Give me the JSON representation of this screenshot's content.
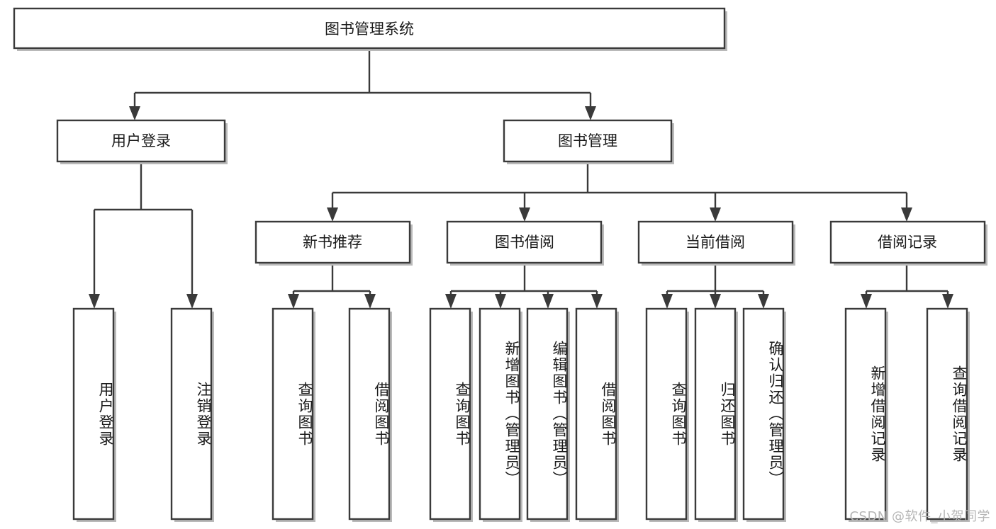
{
  "diagram": {
    "type": "tree-hierarchy",
    "title": "图书管理系统",
    "watermark": "CSDN @软件_小贺同学",
    "colors": {
      "background": "#ffffff",
      "box_stroke": "#3a3a3a",
      "box_fill": "#ffffff",
      "shadow": "#b9b9b9",
      "text": "#1a1a1a",
      "watermark": "#b5b5b5"
    },
    "root": {
      "label": "图书管理系统"
    },
    "level2": [
      {
        "id": "user-login",
        "label": "用户登录"
      },
      {
        "id": "book-manage",
        "label": "图书管理"
      }
    ],
    "level3": [
      {
        "id": "new-book-recommend",
        "label": "新书推荐"
      },
      {
        "id": "book-borrow",
        "label": "图书借阅"
      },
      {
        "id": "current-borrow",
        "label": "当前借阅"
      },
      {
        "id": "borrow-record",
        "label": "借阅记录"
      }
    ],
    "leaves": {
      "user-login": [
        {
          "id": "leaf-user-login",
          "label": "用户登录"
        },
        {
          "id": "leaf-logout-login",
          "label": "注销登录"
        }
      ],
      "new-book-recommend": [
        {
          "id": "leaf-query-book-1",
          "label": "查询图书"
        },
        {
          "id": "leaf-borrow-book-1",
          "label": "借阅图书"
        }
      ],
      "book-borrow": [
        {
          "id": "leaf-query-book-2",
          "label": "查询图书"
        },
        {
          "id": "leaf-add-book-admin",
          "label": "新增图书（管理员）"
        },
        {
          "id": "leaf-edit-book-admin",
          "label": "编辑图书（管理员）"
        },
        {
          "id": "leaf-borrow-book-2",
          "label": "借阅图书"
        }
      ],
      "current-borrow": [
        {
          "id": "leaf-query-book-3",
          "label": "查询图书"
        },
        {
          "id": "leaf-return-book",
          "label": "归还图书"
        },
        {
          "id": "leaf-confirm-return-admin",
          "label": "确认归还（管理员）"
        }
      ],
      "borrow-record": [
        {
          "id": "leaf-add-borrow-record",
          "label": "新增借阅记录"
        },
        {
          "id": "leaf-query-borrow-record",
          "label": "查询借阅记录"
        }
      ]
    }
  }
}
